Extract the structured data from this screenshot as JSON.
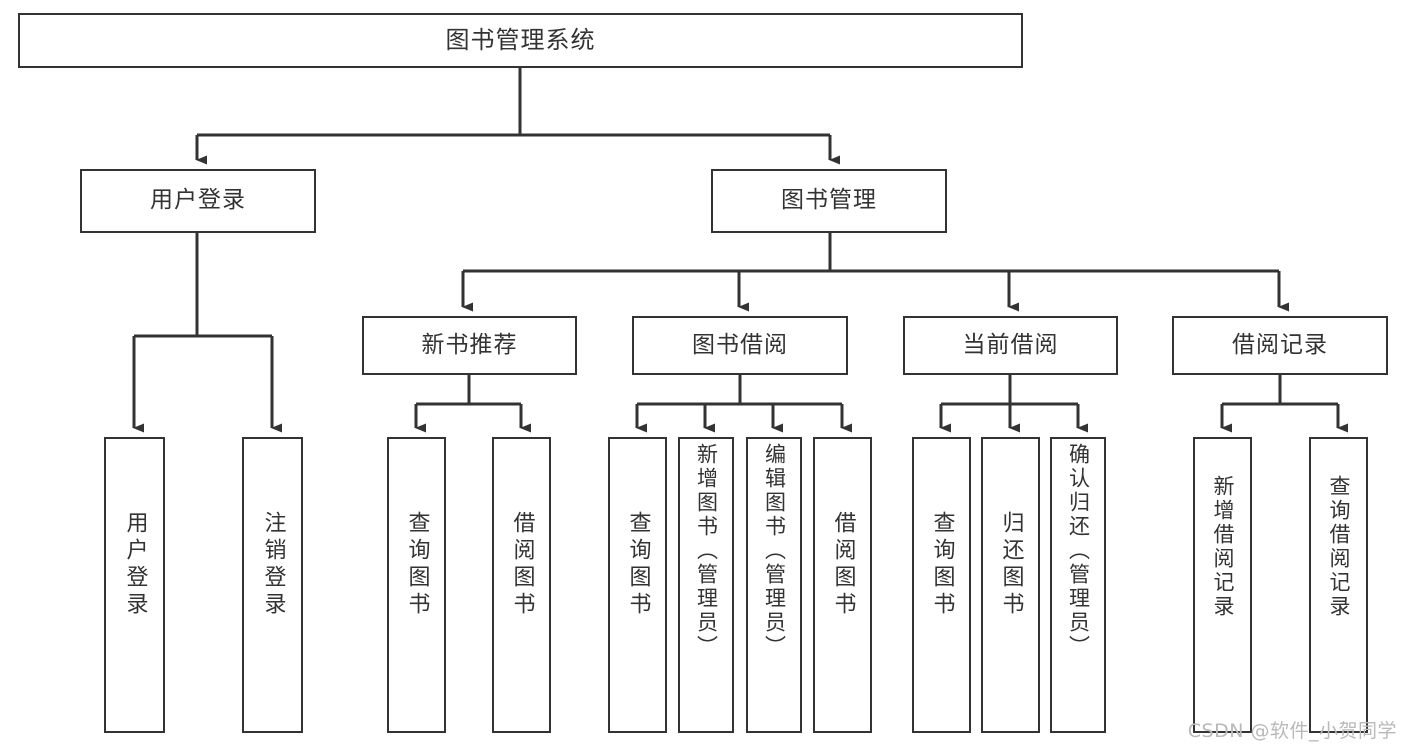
{
  "diagram": {
    "type": "tree",
    "title": "图书管理系统",
    "orientation": "top-down",
    "colors": {
      "node_border": "#333333",
      "node_fill": "#ffffff",
      "edge": "#333333",
      "text": "#333333",
      "watermark": "#b9b9b9",
      "background": "#ffffff"
    },
    "nodes": {
      "root": {
        "label": "图书管理系统"
      },
      "level2": [
        {
          "id": "user-login",
          "label": "用户登录"
        },
        {
          "id": "book-manage",
          "label": "图书管理"
        }
      ],
      "level3": [
        {
          "id": "new-book-recommend",
          "label": "新书推荐"
        },
        {
          "id": "book-borrow",
          "label": "图书借阅"
        },
        {
          "id": "current-borrow",
          "label": "当前借阅"
        },
        {
          "id": "borrow-record",
          "label": "借阅记录"
        }
      ],
      "leaves": {
        "user-login": [
          {
            "id": "leaf-user-login",
            "label": "用户登录"
          },
          {
            "id": "leaf-logout-login",
            "label": "注销登录"
          }
        ],
        "new-book-recommend": [
          {
            "id": "leaf-query-book-1",
            "label": "查询图书"
          },
          {
            "id": "leaf-borrow-book-1",
            "label": "借阅图书"
          }
        ],
        "book-borrow": [
          {
            "id": "leaf-query-book-2",
            "label": "查询图书"
          },
          {
            "id": "leaf-add-book",
            "label": "新增图书（管理员）"
          },
          {
            "id": "leaf-edit-book",
            "label": "编辑图书（管理员）"
          },
          {
            "id": "leaf-borrow-book-2",
            "label": "借阅图书"
          }
        ],
        "current-borrow": [
          {
            "id": "leaf-query-book-3",
            "label": "查询图书"
          },
          {
            "id": "leaf-return-book",
            "label": "归还图书"
          },
          {
            "id": "leaf-confirm-return",
            "label": "确认归还（管理员）"
          }
        ],
        "borrow-record": [
          {
            "id": "leaf-add-record",
            "label": "新增借阅记录"
          },
          {
            "id": "leaf-query-record",
            "label": "查询借阅记录"
          }
        ]
      }
    },
    "watermark": "CSDN @软件_小贺同学"
  }
}
